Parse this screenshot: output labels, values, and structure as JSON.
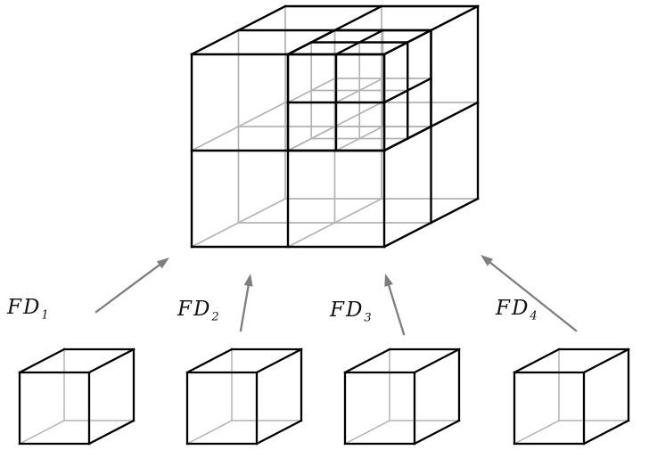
{
  "diagram": {
    "labels": [
      {
        "text": "FD",
        "sub": "1"
      },
      {
        "text": "FD",
        "sub": "2"
      },
      {
        "text": "FD",
        "sub": "3"
      },
      {
        "text": "FD",
        "sub": "4"
      }
    ],
    "colors": {
      "edge_visible": "#000000",
      "edge_hidden": "#b3b3b3",
      "arrow": "#7e7e7e",
      "label": "#121212",
      "background": "#ffffff"
    }
  }
}
